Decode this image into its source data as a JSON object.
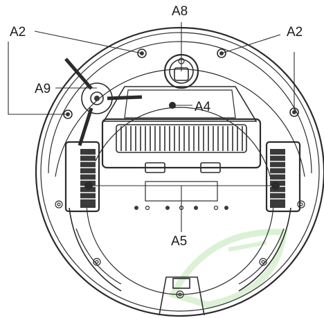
{
  "labels": {
    "a2_left": "A2",
    "a2_right": "A2",
    "a8": "A8",
    "a9": "A9",
    "a4": "A4",
    "a5": "A5"
  },
  "colors": {
    "line": "#2b2b2b",
    "fill_light": "#ffffff",
    "fill_dark": "#3a3a3a",
    "watermark": "#9fd88f"
  },
  "icons": {
    "sensor": "cliff-sensor-dot",
    "screw": "screw-icon",
    "watermark": "leaf-watermark"
  }
}
